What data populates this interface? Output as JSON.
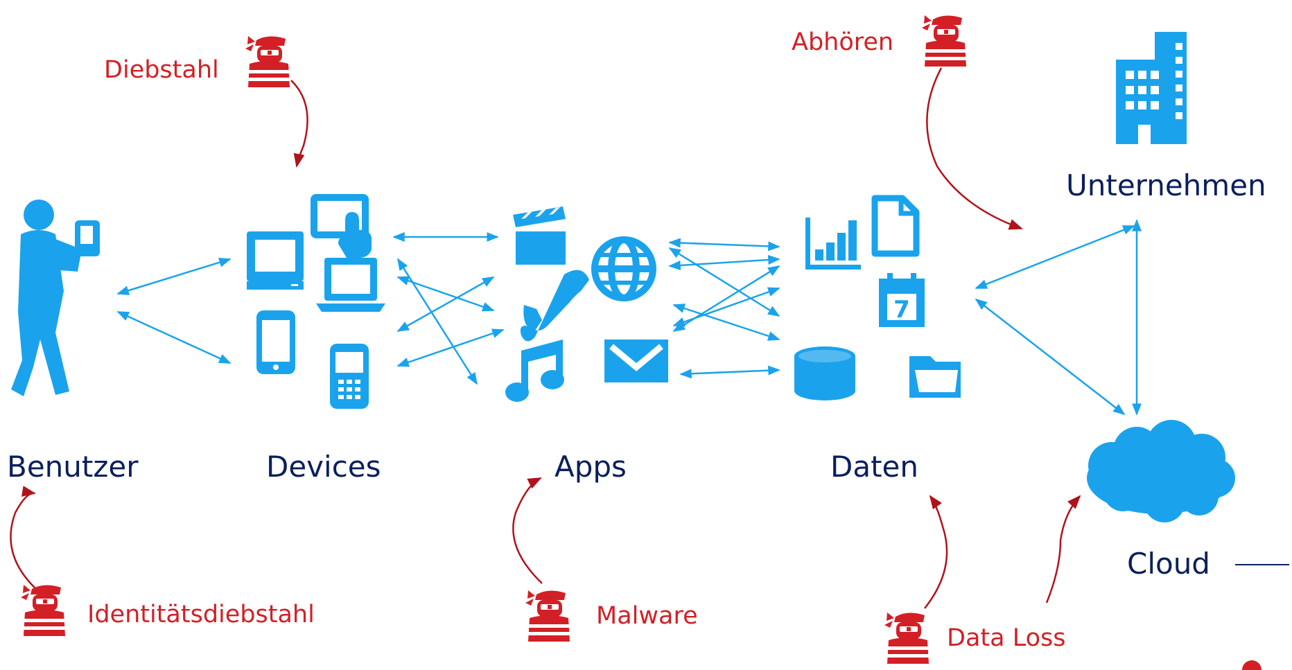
{
  "colors": {
    "icon": "#1aa3ec",
    "threat": "#d31f26",
    "label": "#0a1f5c",
    "arrow": "#1aa3ec",
    "threat_arrow": "#b0131a"
  },
  "labels": {
    "benutzer": "Benutzer",
    "devices": "Devices",
    "apps": "Apps",
    "daten": "Daten",
    "unternehmen": "Unternehmen",
    "cloud": "Cloud"
  },
  "threats": {
    "diebstahl": "Diebstahl",
    "abhoeren": "Abhören",
    "identitaetsdiebstahl": "Identitätsdiebstahl",
    "malware": "Malware",
    "data_loss": "Data Loss"
  },
  "icons": {
    "user": "user-with-phone-icon",
    "desktop": "desktop-computer-icon",
    "tablet": "tablet-touch-icon",
    "laptop": "laptop-icon",
    "smartphone": "smartphone-icon",
    "feature_phone": "feature-phone-icon",
    "video": "clapperboard-icon",
    "globe": "globe-icon",
    "phone": "telephone-icon",
    "music": "music-note-icon",
    "mail": "mail-icon",
    "chart": "bar-chart-icon",
    "document": "document-icon",
    "calendar": "calendar-icon",
    "database": "database-icon",
    "folder": "folder-icon",
    "building": "office-building-icon",
    "cloud": "cloud-icon",
    "thief": "thief-icon"
  },
  "calendar_day": "7"
}
